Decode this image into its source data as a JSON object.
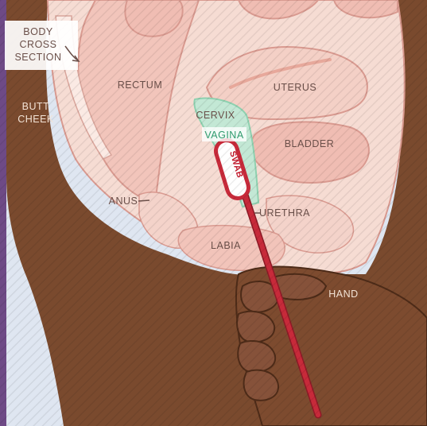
{
  "labels": {
    "body_cross_section": [
      "BODY",
      "CROSS",
      "SECTION"
    ],
    "butt_cheek": [
      "BUTT",
      "CHEEK"
    ],
    "rectum": "RECTUM",
    "uterus": "UTERUS",
    "cervix": "CERVIX",
    "vagina": "VAGINA",
    "bladder": "BLADDER",
    "swab": "SWAB",
    "anus": "ANUS",
    "urethra": "URETHRA",
    "labia": "LABIA",
    "hand": "HAND"
  },
  "colors": {
    "background_left": "#dde4f0",
    "frame_purple": "#6e4a86",
    "skin": "#7a4a2e",
    "skin_shadow": "#5e3620",
    "tissue_pale": "#f5d6cd",
    "tissue_pink": "#f0bdb3",
    "tissue_line": "#d99a90",
    "vagina_green": "#bfe6d2",
    "swab_red": "#c72a3a",
    "swab_dark": "#8e1a26"
  }
}
